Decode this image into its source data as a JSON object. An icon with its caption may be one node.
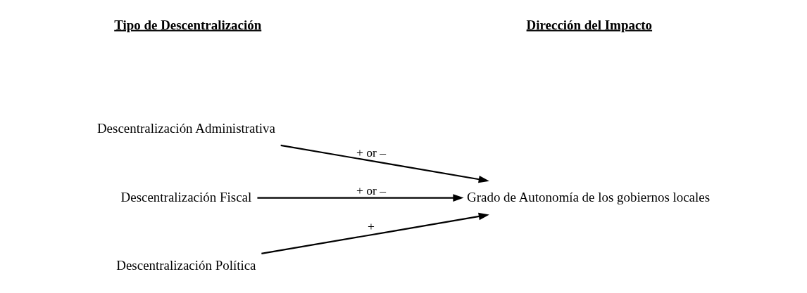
{
  "diagram": {
    "nodes": [
      {
        "text": [
          "Descentralización Administrativa"
        ]
      },
      {
        "text": [
          "Descentralización Fiscal"
        ]
      },
      {
        "text": [
          "Descentralización Política"
        ]
      },
      {
        "text": [
          "Grado de Autonomía de los gobiernos locales"
        ]
      }
    ],
    "edges": [
      {
        "from": 0,
        "to": 3,
        "arrow": "to",
        "label": "+ or –"
      },
      {
        "from": 1,
        "to": 3,
        "arrow": "to",
        "label": "+ or –"
      },
      {
        "from": 2,
        "to": 3,
        "arrow": "to",
        "label": "+"
      }
    ],
    "labels": [
      "Tipo de Descentralización",
      "Dirección del Impacto"
    ]
  }
}
